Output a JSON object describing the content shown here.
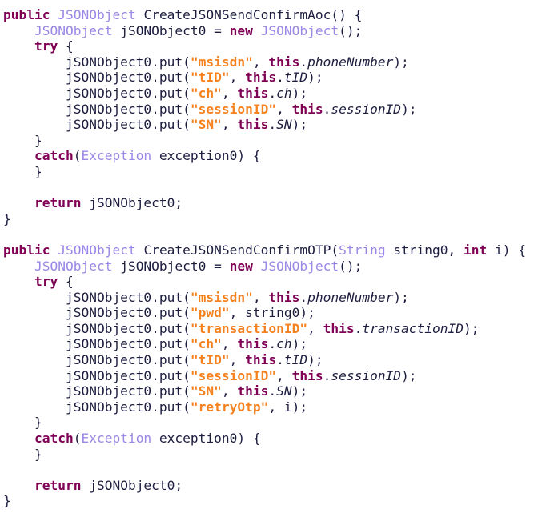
{
  "colors": {
    "keyword": "#7f0055",
    "type": "#9b87e6",
    "string": "#f5821f",
    "text": "#1d1d40"
  },
  "lines": [
    [
      [
        "kw",
        "public"
      ],
      [
        "plain",
        " "
      ],
      [
        "type",
        "JSONObject"
      ],
      [
        "plain",
        " CreateJSONSendConfirmAoc() {"
      ]
    ],
    [
      [
        "plain",
        "    "
      ],
      [
        "type",
        "JSONObject"
      ],
      [
        "plain",
        " jSONObject0 = "
      ],
      [
        "kw",
        "new"
      ],
      [
        "plain",
        " "
      ],
      [
        "type",
        "JSONObject"
      ],
      [
        "plain",
        "();"
      ]
    ],
    [
      [
        "plain",
        "    "
      ],
      [
        "kw",
        "try"
      ],
      [
        "plain",
        " {"
      ]
    ],
    [
      [
        "plain",
        "        jSONObject0.put("
      ],
      [
        "str",
        "\"msisdn\""
      ],
      [
        "plain",
        ", "
      ],
      [
        "kw",
        "this"
      ],
      [
        "plain",
        "."
      ],
      [
        "field",
        "phoneNumber"
      ],
      [
        "plain",
        ");"
      ]
    ],
    [
      [
        "plain",
        "        jSONObject0.put("
      ],
      [
        "str",
        "\"tID\""
      ],
      [
        "plain",
        ", "
      ],
      [
        "kw",
        "this"
      ],
      [
        "plain",
        "."
      ],
      [
        "field",
        "tID"
      ],
      [
        "plain",
        ");"
      ]
    ],
    [
      [
        "plain",
        "        jSONObject0.put("
      ],
      [
        "str",
        "\"ch\""
      ],
      [
        "plain",
        ", "
      ],
      [
        "kw",
        "this"
      ],
      [
        "plain",
        "."
      ],
      [
        "field",
        "ch"
      ],
      [
        "plain",
        ");"
      ]
    ],
    [
      [
        "plain",
        "        jSONObject0.put("
      ],
      [
        "str",
        "\"sessionID\""
      ],
      [
        "plain",
        ", "
      ],
      [
        "kw",
        "this"
      ],
      [
        "plain",
        "."
      ],
      [
        "field",
        "sessionID"
      ],
      [
        "plain",
        ");"
      ]
    ],
    [
      [
        "plain",
        "        jSONObject0.put("
      ],
      [
        "str",
        "\"SN\""
      ],
      [
        "plain",
        ", "
      ],
      [
        "kw",
        "this"
      ],
      [
        "plain",
        "."
      ],
      [
        "field",
        "SN"
      ],
      [
        "plain",
        ");"
      ]
    ],
    [
      [
        "plain",
        "    }"
      ]
    ],
    [
      [
        "plain",
        "    "
      ],
      [
        "kw",
        "catch"
      ],
      [
        "plain",
        "("
      ],
      [
        "type",
        "Exception"
      ],
      [
        "plain",
        " exception0) {"
      ]
    ],
    [
      [
        "plain",
        "    }"
      ]
    ],
    [],
    [
      [
        "plain",
        "    "
      ],
      [
        "kw",
        "return"
      ],
      [
        "plain",
        " jSONObject0;"
      ]
    ],
    [
      [
        "plain",
        "}"
      ]
    ],
    [],
    [
      [
        "kw",
        "public"
      ],
      [
        "plain",
        " "
      ],
      [
        "type",
        "JSONObject"
      ],
      [
        "plain",
        " CreateJSONSendConfirmOTP("
      ],
      [
        "type",
        "String"
      ],
      [
        "plain",
        " string0, "
      ],
      [
        "kw",
        "int"
      ],
      [
        "plain",
        " i) {"
      ]
    ],
    [
      [
        "plain",
        "    "
      ],
      [
        "type",
        "JSONObject"
      ],
      [
        "plain",
        " jSONObject0 = "
      ],
      [
        "kw",
        "new"
      ],
      [
        "plain",
        " "
      ],
      [
        "type",
        "JSONObject"
      ],
      [
        "plain",
        "();"
      ]
    ],
    [
      [
        "plain",
        "    "
      ],
      [
        "kw",
        "try"
      ],
      [
        "plain",
        " {"
      ]
    ],
    [
      [
        "plain",
        "        jSONObject0.put("
      ],
      [
        "str",
        "\"msisdn\""
      ],
      [
        "plain",
        ", "
      ],
      [
        "kw",
        "this"
      ],
      [
        "plain",
        "."
      ],
      [
        "field",
        "phoneNumber"
      ],
      [
        "plain",
        ");"
      ]
    ],
    [
      [
        "plain",
        "        jSONObject0.put("
      ],
      [
        "str",
        "\"pwd\""
      ],
      [
        "plain",
        ", string0);"
      ]
    ],
    [
      [
        "plain",
        "        jSONObject0.put("
      ],
      [
        "str",
        "\"transactionID\""
      ],
      [
        "plain",
        ", "
      ],
      [
        "kw",
        "this"
      ],
      [
        "plain",
        "."
      ],
      [
        "field",
        "transactionID"
      ],
      [
        "plain",
        ");"
      ]
    ],
    [
      [
        "plain",
        "        jSONObject0.put("
      ],
      [
        "str",
        "\"ch\""
      ],
      [
        "plain",
        ", "
      ],
      [
        "kw",
        "this"
      ],
      [
        "plain",
        "."
      ],
      [
        "field",
        "ch"
      ],
      [
        "plain",
        ");"
      ]
    ],
    [
      [
        "plain",
        "        jSONObject0.put("
      ],
      [
        "str",
        "\"tID\""
      ],
      [
        "plain",
        ", "
      ],
      [
        "kw",
        "this"
      ],
      [
        "plain",
        "."
      ],
      [
        "field",
        "tID"
      ],
      [
        "plain",
        ");"
      ]
    ],
    [
      [
        "plain",
        "        jSONObject0.put("
      ],
      [
        "str",
        "\"sessionID\""
      ],
      [
        "plain",
        ", "
      ],
      [
        "kw",
        "this"
      ],
      [
        "plain",
        "."
      ],
      [
        "field",
        "sessionID"
      ],
      [
        "plain",
        ");"
      ]
    ],
    [
      [
        "plain",
        "        jSONObject0.put("
      ],
      [
        "str",
        "\"SN\""
      ],
      [
        "plain",
        ", "
      ],
      [
        "kw",
        "this"
      ],
      [
        "plain",
        "."
      ],
      [
        "field",
        "SN"
      ],
      [
        "plain",
        ");"
      ]
    ],
    [
      [
        "plain",
        "        jSONObject0.put("
      ],
      [
        "str",
        "\"retryOtp\""
      ],
      [
        "plain",
        ", i);"
      ]
    ],
    [
      [
        "plain",
        "    }"
      ]
    ],
    [
      [
        "plain",
        "    "
      ],
      [
        "kw",
        "catch"
      ],
      [
        "plain",
        "("
      ],
      [
        "type",
        "Exception"
      ],
      [
        "plain",
        " exception0) {"
      ]
    ],
    [
      [
        "plain",
        "    }"
      ]
    ],
    [],
    [
      [
        "plain",
        "    "
      ],
      [
        "kw",
        "return"
      ],
      [
        "plain",
        " jSONObject0;"
      ]
    ],
    [
      [
        "plain",
        "}"
      ]
    ]
  ]
}
